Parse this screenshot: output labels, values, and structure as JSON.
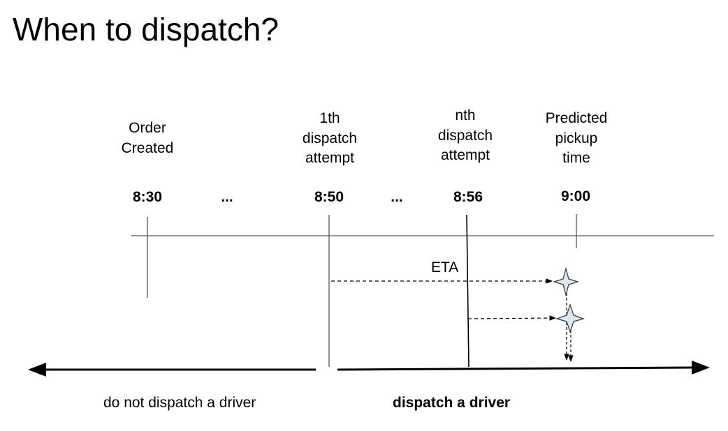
{
  "title": "When to dispatch?",
  "events": [
    {
      "label_lines": [
        "Order",
        "Created"
      ],
      "time": "8:30"
    },
    {
      "time": "..."
    },
    {
      "label_lines": [
        "1th",
        "dispatch",
        "attempt"
      ],
      "time": "8:50"
    },
    {
      "time": "..."
    },
    {
      "label_lines": [
        "nth",
        "dispatch",
        "attempt"
      ],
      "time": "8:56"
    },
    {
      "label_lines": [
        "Predicted",
        "pickup",
        "time"
      ],
      "time": "9:00"
    }
  ],
  "eta_label": "ETA",
  "regions": {
    "left": "do not dispatch a driver",
    "right": "dispatch a driver"
  },
  "colors": {
    "line": "#555555",
    "star_fill": "#dbe7f5",
    "star_stroke": "#333333"
  }
}
